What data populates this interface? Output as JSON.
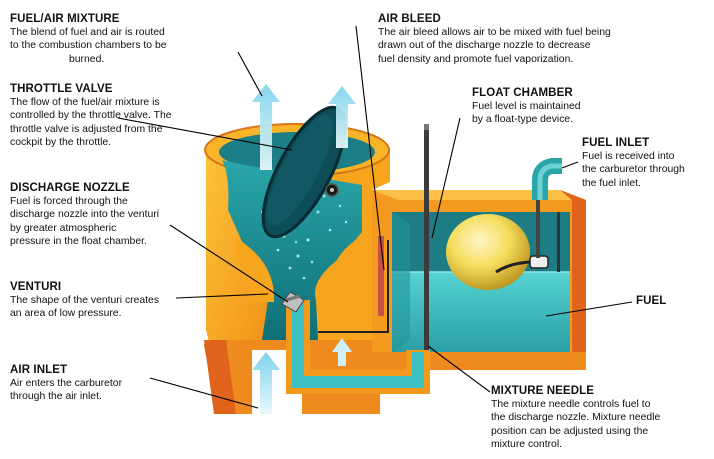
{
  "labels": {
    "fuel_air_mixture": {
      "title": "FUEL/AIR MIXTURE",
      "lines": [
        "The blend of fuel and air is routed",
        "to the combustion chambers to be",
        "burned."
      ]
    },
    "throttle_valve": {
      "title": "THROTTLE VALVE",
      "lines": [
        "The flow of the fuel/air mixture is",
        "controlled by the throttle valve. The",
        "throttle valve is adjusted from the",
        "cockpit by the throttle."
      ]
    },
    "discharge_nozzle": {
      "title": "DISCHARGE NOZZLE",
      "lines": [
        "Fuel is forced through the",
        "discharge nozzle into the venturi",
        "by greater atmospheric",
        "pressure in the float chamber."
      ]
    },
    "venturi": {
      "title": "VENTURI",
      "lines": [
        "The shape of the venturi creates",
        "an area of low pressure."
      ]
    },
    "air_inlet": {
      "title": "AIR INLET",
      "lines": [
        "Air enters the carburetor",
        "through the air inlet."
      ]
    },
    "air_bleed": {
      "title": "AIR BLEED",
      "lines": [
        "The air bleed allows air to be mixed with fuel being",
        "drawn out of the discharge nozzle to decrease",
        "fuel density and promote fuel vaporization."
      ]
    },
    "float_chamber": {
      "title": "FLOAT CHAMBER",
      "lines": [
        "Fuel level is maintained",
        "by a float-type device."
      ]
    },
    "fuel_inlet": {
      "title": "FUEL INLET",
      "lines": [
        "Fuel is received into",
        "the carburetor through",
        "the fuel inlet."
      ]
    },
    "fuel": {
      "title": "FUEL",
      "lines": []
    },
    "mixture_needle": {
      "title": "MIXTURE NEEDLE",
      "lines": [
        "The mixture needle controls fuel to",
        "the discharge nozzle. Mixture needle",
        "position can be adjusted using the",
        "mixture control."
      ]
    }
  },
  "colors": {
    "body_orange": "#f7a51c",
    "body_dark_orange": "#e0641b",
    "interior_teal": "#1f8f94",
    "dark_teal": "#114f57",
    "fuel_teal": "#3ec1c4",
    "airflow": "#9fdff0",
    "float_yellow": "#f1dc57",
    "leader": "#000000"
  }
}
